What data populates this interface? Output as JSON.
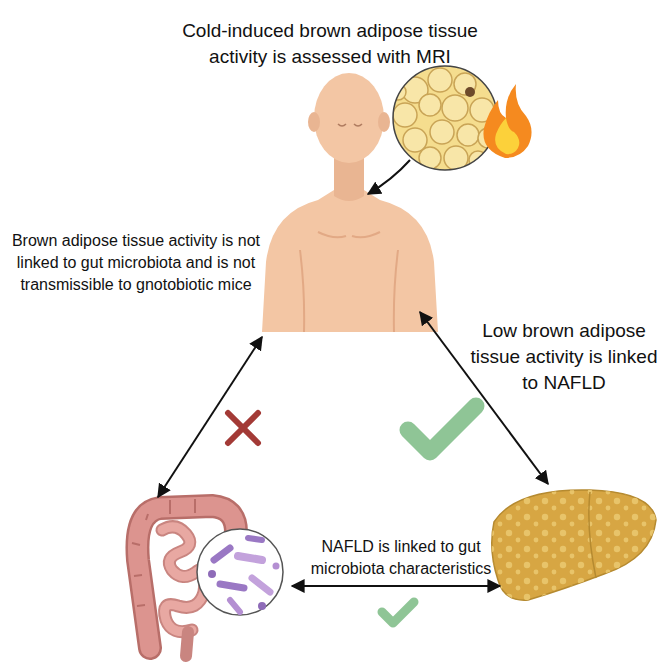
{
  "diagram": {
    "labels": [
      "Cold-induced brown adipose tissue activity is assessed with MRI",
      "Brown adipose tissue activity is not linked to gut microbiota and is not transmissible to gnotobiotic mice",
      "Low brown adipose tissue activity is linked to NAFLD",
      "NAFLD is linked to gut microbiota characteristics"
    ]
  }
}
